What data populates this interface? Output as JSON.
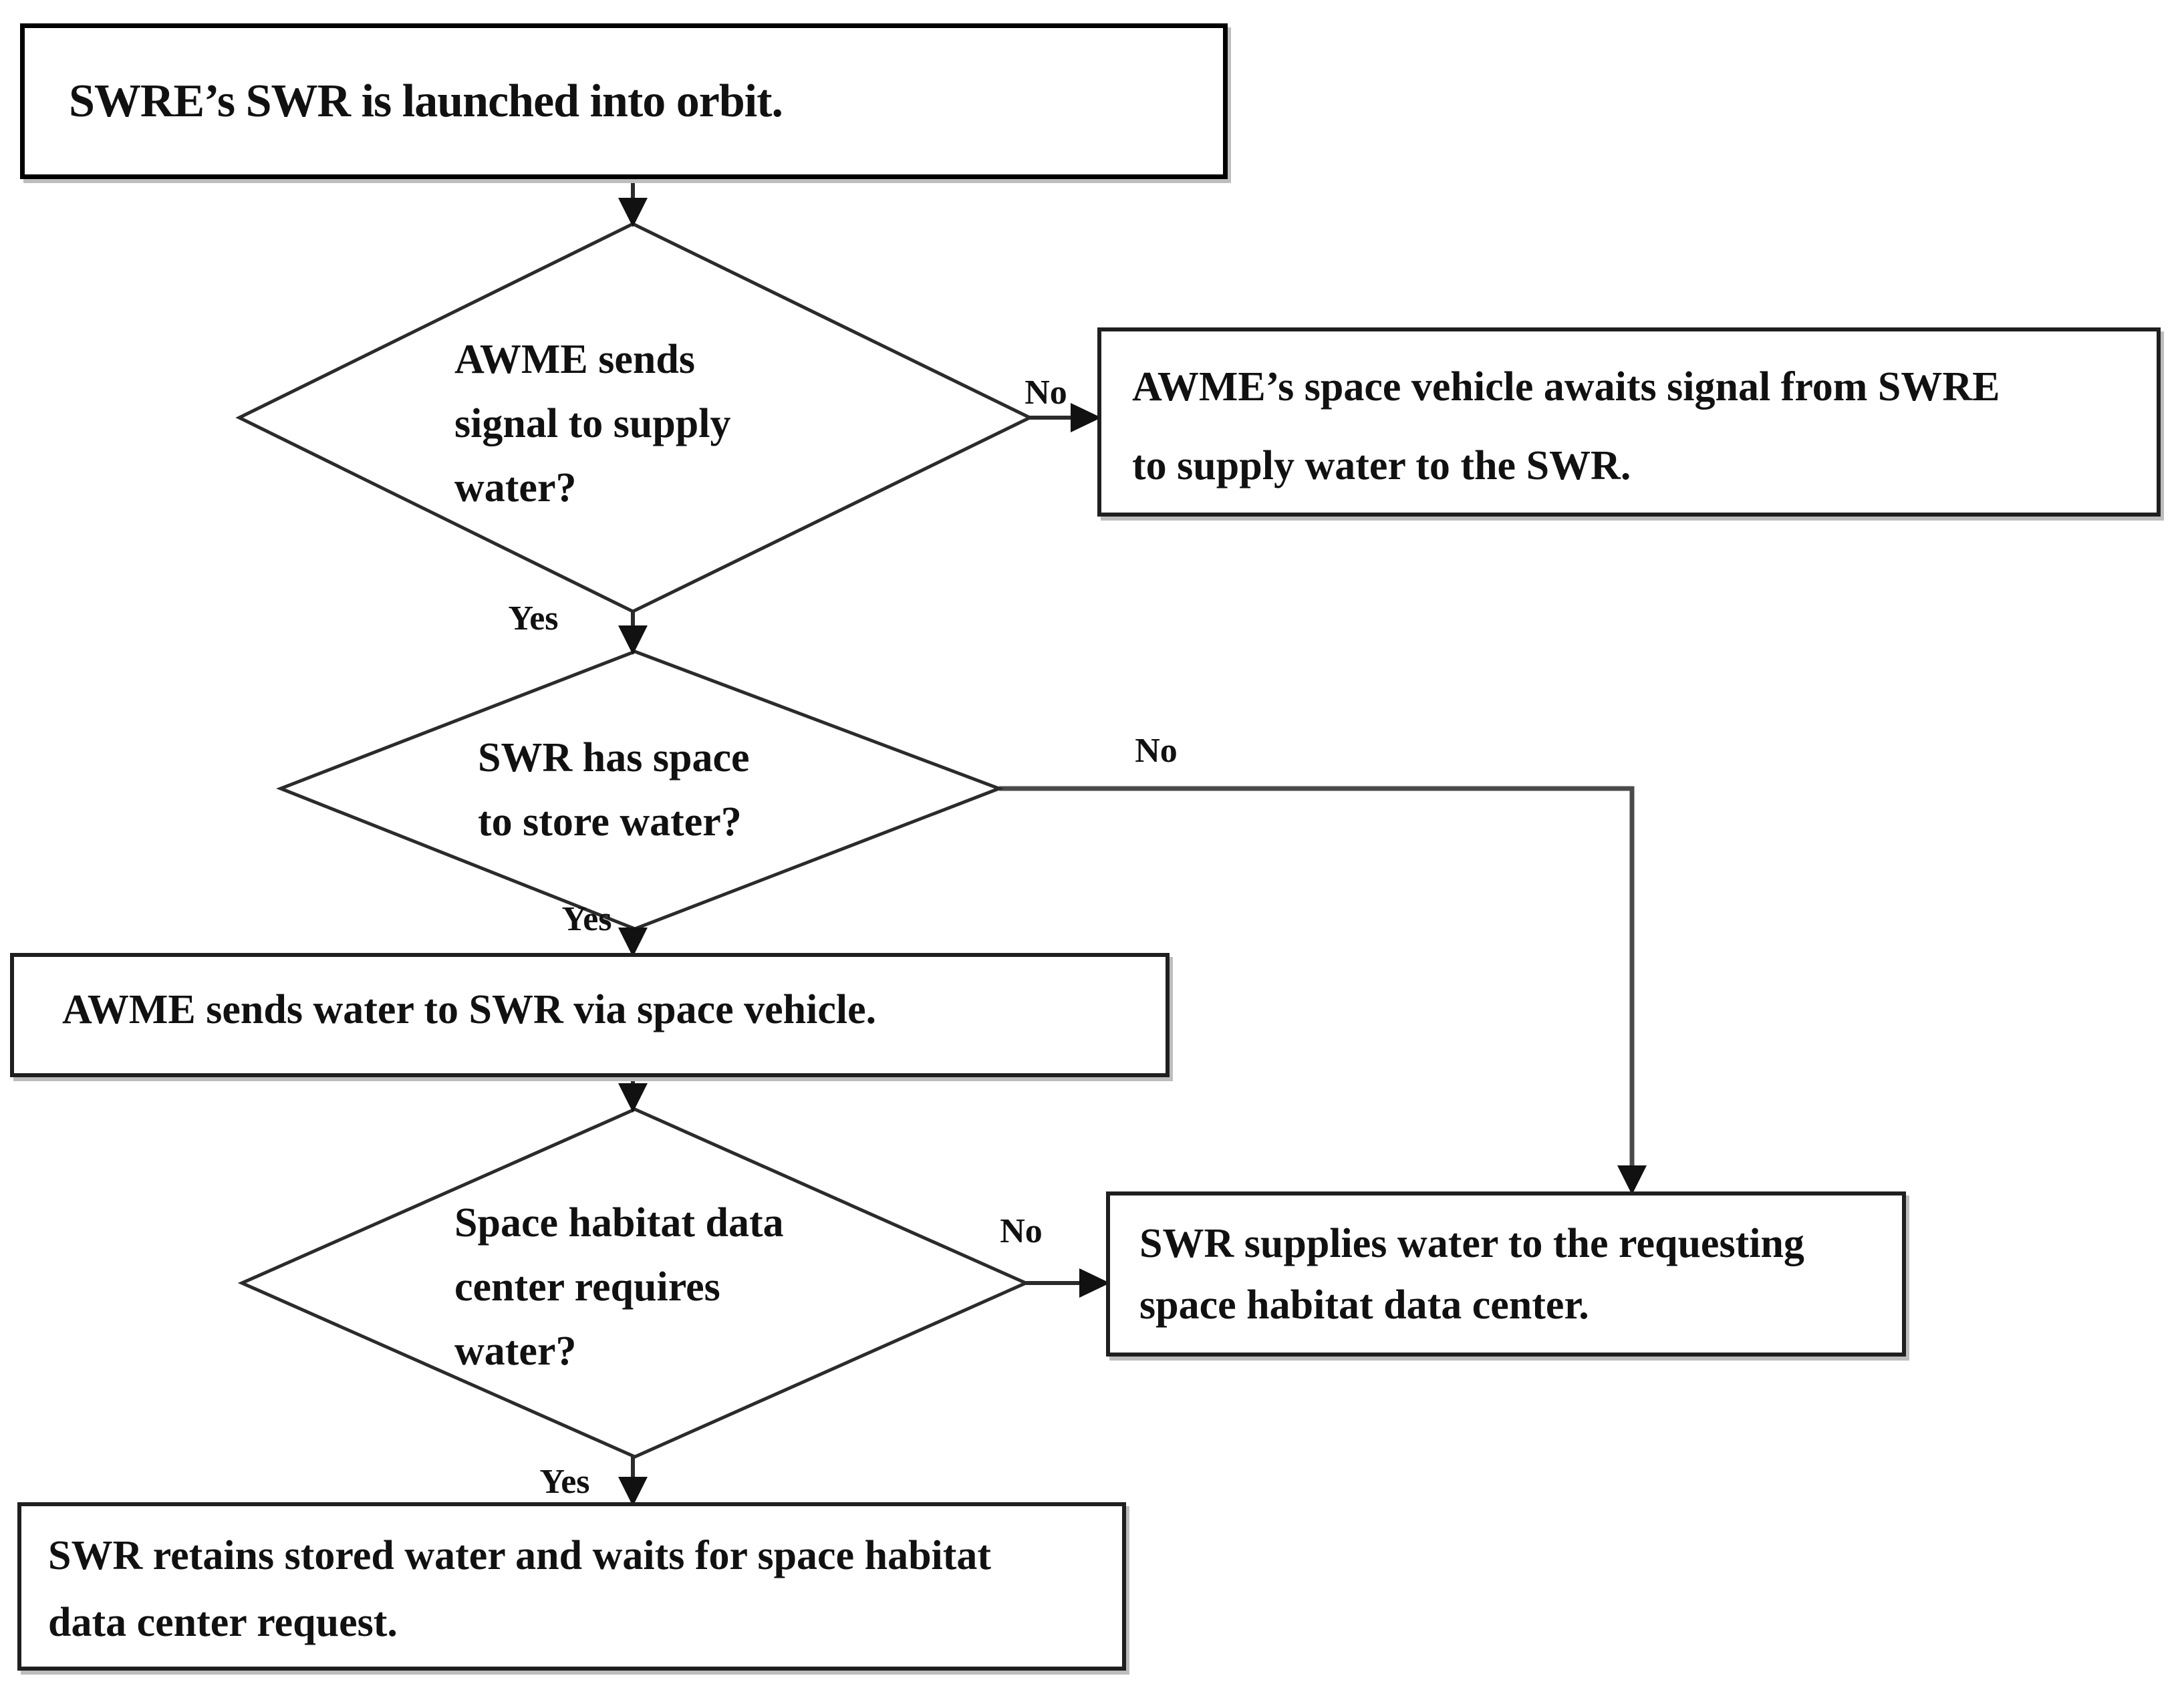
{
  "flowchart": {
    "start": {
      "text": "SWRE’s SWR is launched into orbit."
    },
    "decision1": {
      "lines": [
        "AWME sends",
        "signal to supply",
        "water?"
      ]
    },
    "await_box": {
      "lines": [
        "AWME’s space vehicle awaits signal from SWRE",
        "to supply water to the SWR."
      ]
    },
    "decision2": {
      "lines": [
        "SWR has space",
        "to store water?"
      ]
    },
    "send_box": {
      "lines": [
        "AWME sends water to SWR via space vehicle."
      ]
    },
    "decision3": {
      "lines": [
        "Space habitat data",
        "center requires",
        "water?"
      ]
    },
    "supply_box": {
      "lines": [
        "SWR supplies water to the requesting",
        "space habitat data center."
      ]
    },
    "retain_box": {
      "lines": [
        "SWR retains stored water and waits for space habitat",
        "data center request."
      ]
    },
    "labels": {
      "no1": "No",
      "yes1": "Yes",
      "no2": "No",
      "yes2": "Yes",
      "no3": "No",
      "yes3": "Yes"
    }
  },
  "colors": {
    "line": "#2b2b2b",
    "border": "#1f1f1f",
    "text": "#111111",
    "shadow": "#bdbdbd",
    "bg": "#ffffff"
  }
}
